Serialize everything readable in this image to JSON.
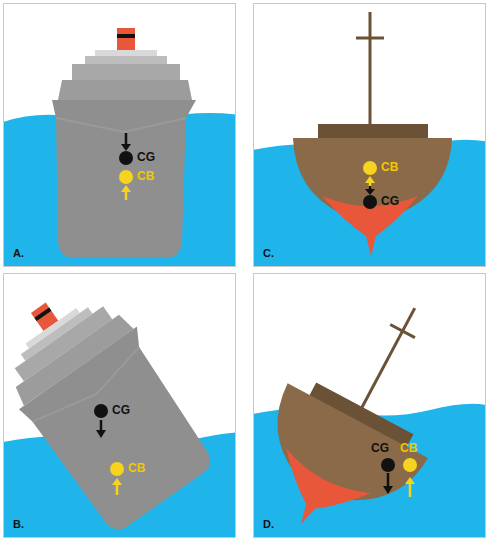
{
  "diagram": {
    "nodes": [
      {
        "text": [
          "A."
        ]
      },
      {
        "text": [
          "CG"
        ],
        "in": 0
      },
      {
        "text": [
          "CB"
        ],
        "in": 0
      },
      {
        "text": [
          "B."
        ]
      },
      {
        "text": [
          "CG"
        ],
        "in": 3
      },
      {
        "text": [
          "CB"
        ],
        "in": 3
      },
      {
        "text": [
          "C."
        ]
      },
      {
        "text": [
          "CB"
        ],
        "in": 6
      },
      {
        "text": [
          "CG"
        ],
        "in": 6
      },
      {
        "text": [
          "D."
        ]
      },
      {
        "text": [
          "CG"
        ],
        "in": 9
      },
      {
        "text": [
          "CB"
        ],
        "in": 9
      }
    ]
  }
}
